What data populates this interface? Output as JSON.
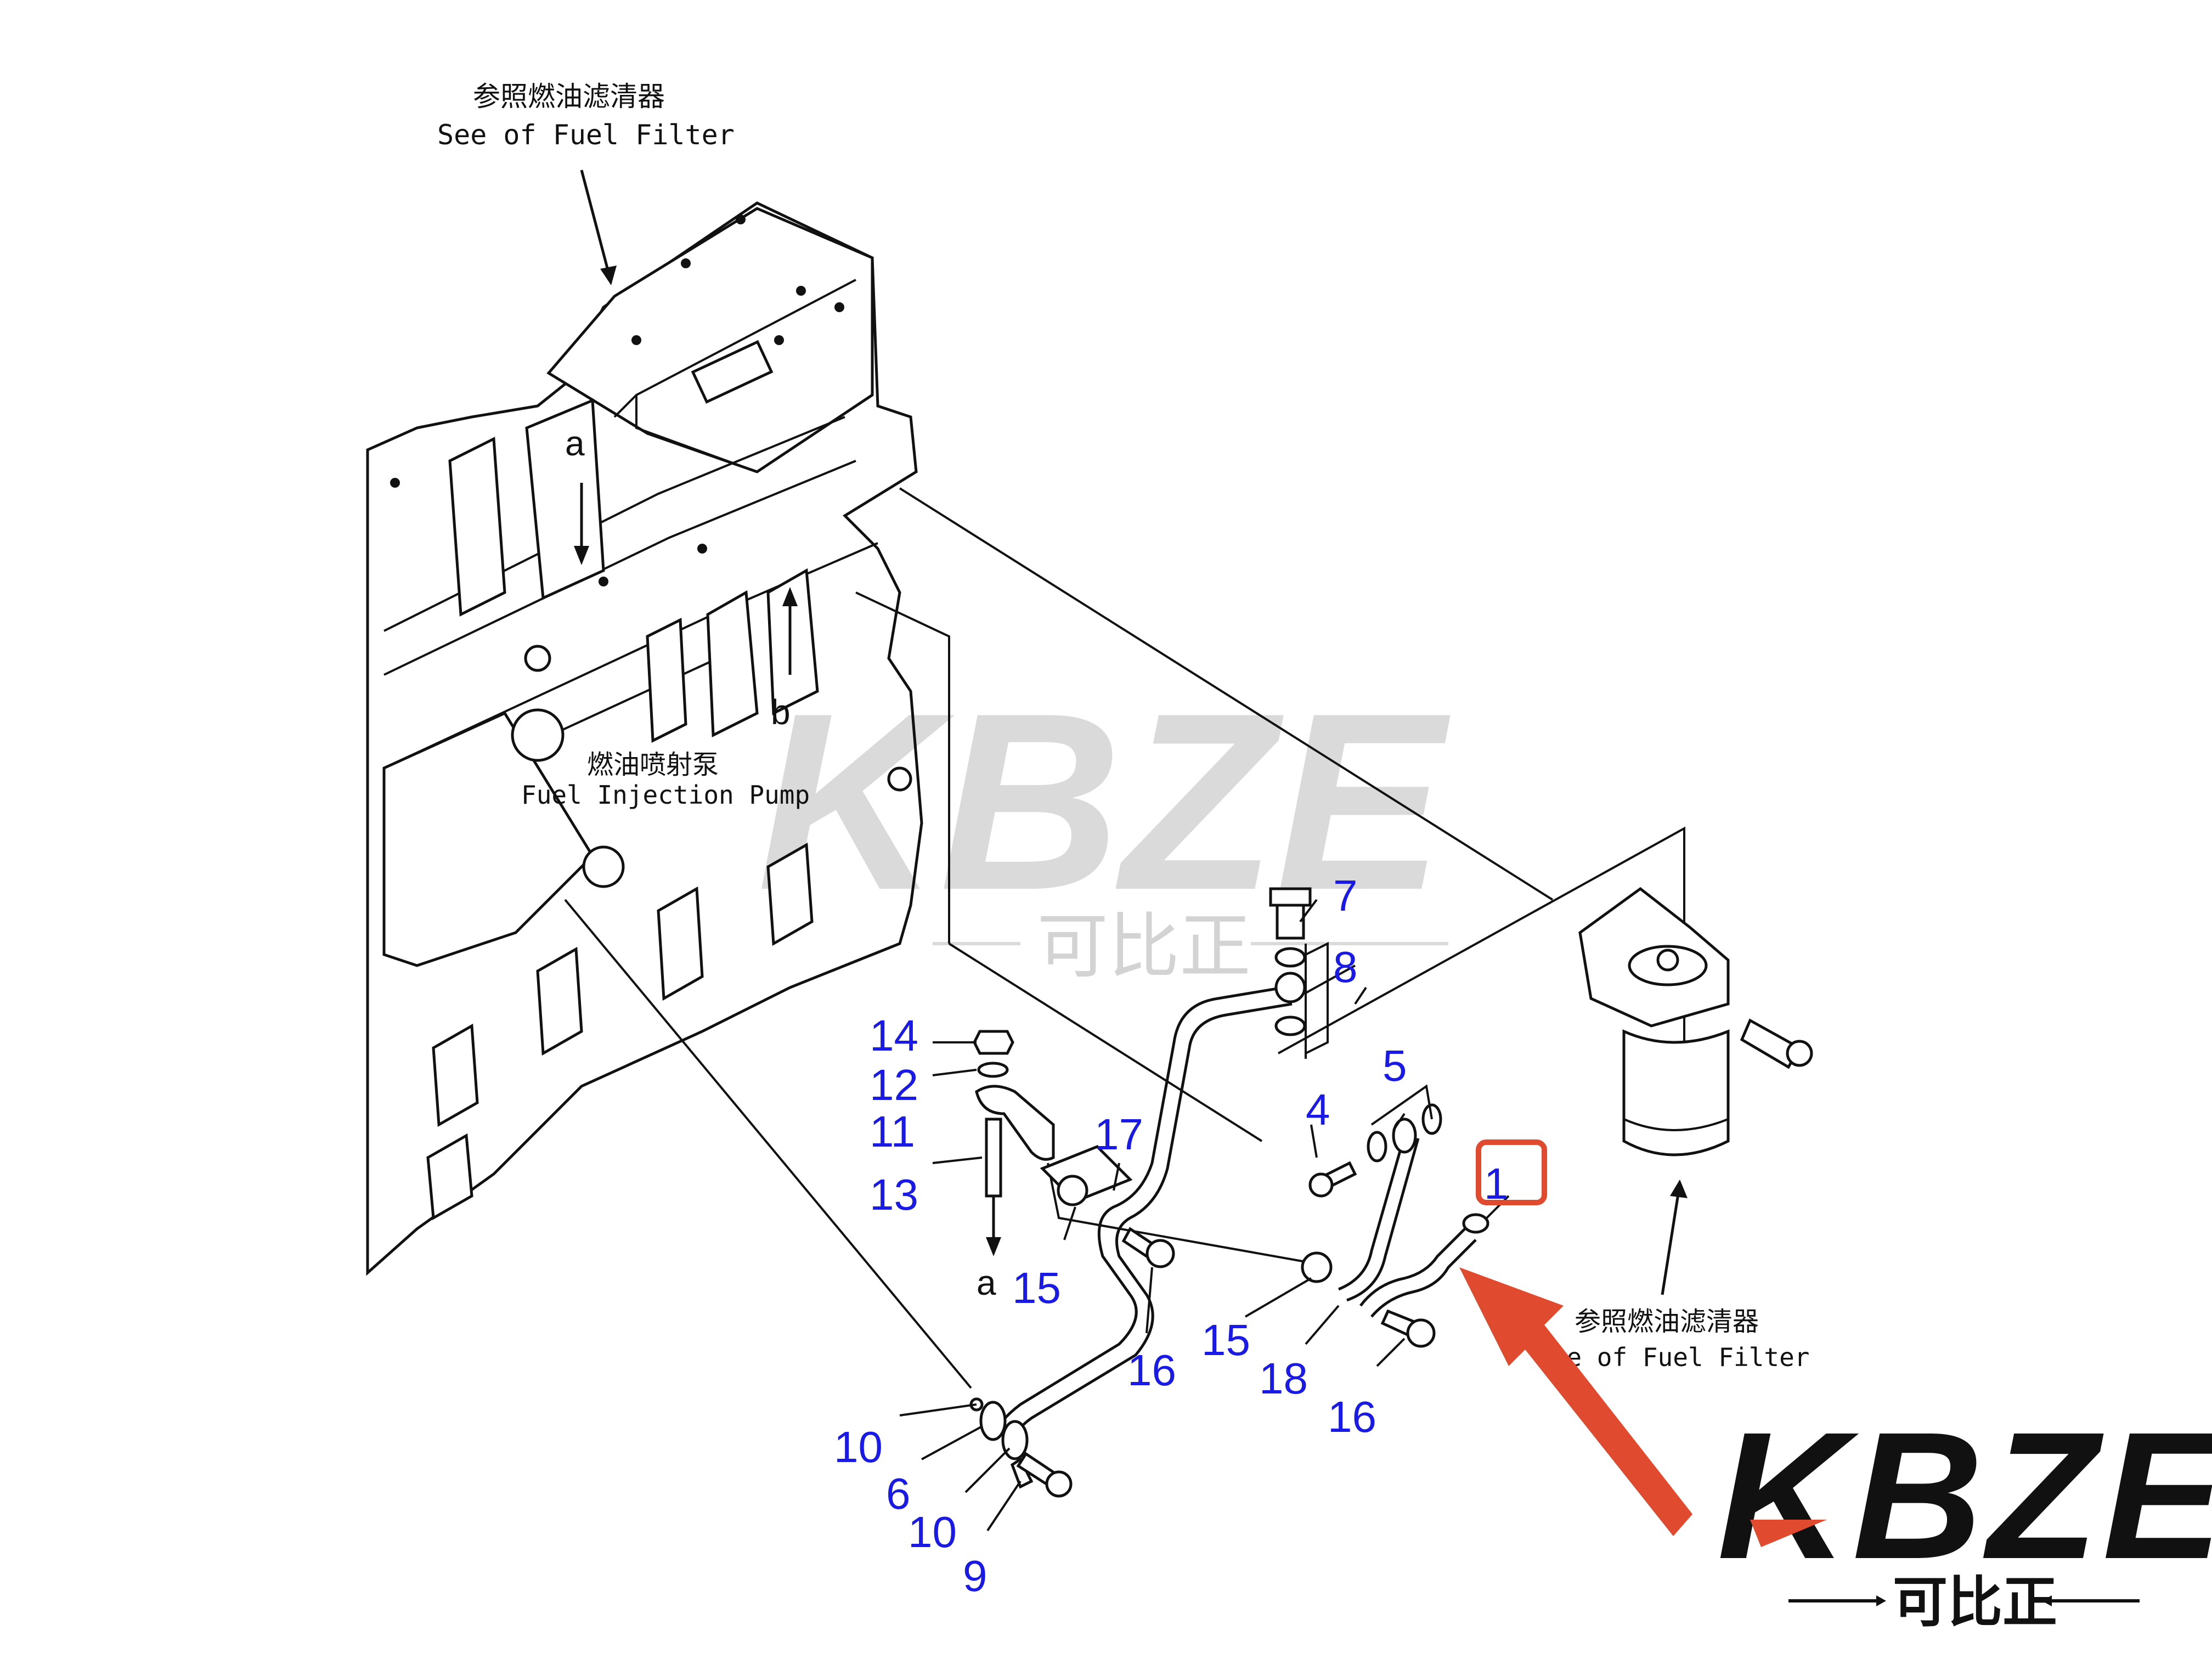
{
  "captions": {
    "top_cn": "参照燃油滤清器",
    "top_en": "See of Fuel Filter",
    "pump_cn": "燃油喷射泵",
    "pump_en": "Fuel Injection Pump",
    "right_cn": "参照燃油滤清器",
    "right_en": "See of Fuel Filter"
  },
  "letters": {
    "a_top": "a",
    "b": "b",
    "a_bottom": "a"
  },
  "callouts": {
    "p1": "1",
    "p4": "4",
    "p5": "5",
    "p6": "6",
    "p7": "7",
    "p8": "8",
    "p9": "9",
    "p10a": "10",
    "p10b": "10",
    "p11": "11",
    "p12": "12",
    "p13": "13",
    "p14": "14",
    "p15a": "15",
    "p15b": "15",
    "p16a": "16",
    "p16b": "16",
    "p17": "17",
    "p18": "18"
  },
  "watermark": {
    "brand": "KBZE",
    "cn": "可比正"
  },
  "logo": {
    "brand": "KBZE",
    "cn": "可比正"
  },
  "colors": {
    "callout": "#1a1ae6",
    "highlight": "#e04a2f",
    "ink": "#111111",
    "watermark": "#d6d6d6"
  }
}
